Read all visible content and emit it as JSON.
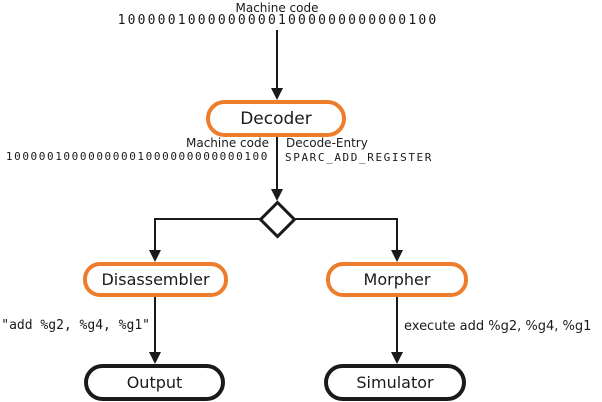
{
  "colors": {
    "accent_orange": "#EE7D2B",
    "line_black": "#1A1A1A"
  },
  "input": {
    "label": "Machine code",
    "binary": "10000010000000001000000000000100"
  },
  "decoder": {
    "label": "Decoder"
  },
  "decoder_outputs": {
    "machine_code_label": "Machine code",
    "machine_code_binary": "10000010000000001000000000000100",
    "decode_entry_label": "Decode-Entry",
    "decode_entry_value": "SPARC_ADD_REGISTER"
  },
  "branches": {
    "disassembler": {
      "label": "Disassembler",
      "output_text": "\"add %g2, %g4, %g1\"",
      "target_label": "Output"
    },
    "morpher": {
      "label": "Morpher",
      "output_text": "execute add %g2, %g4, %g1",
      "target_label": "Simulator"
    }
  }
}
